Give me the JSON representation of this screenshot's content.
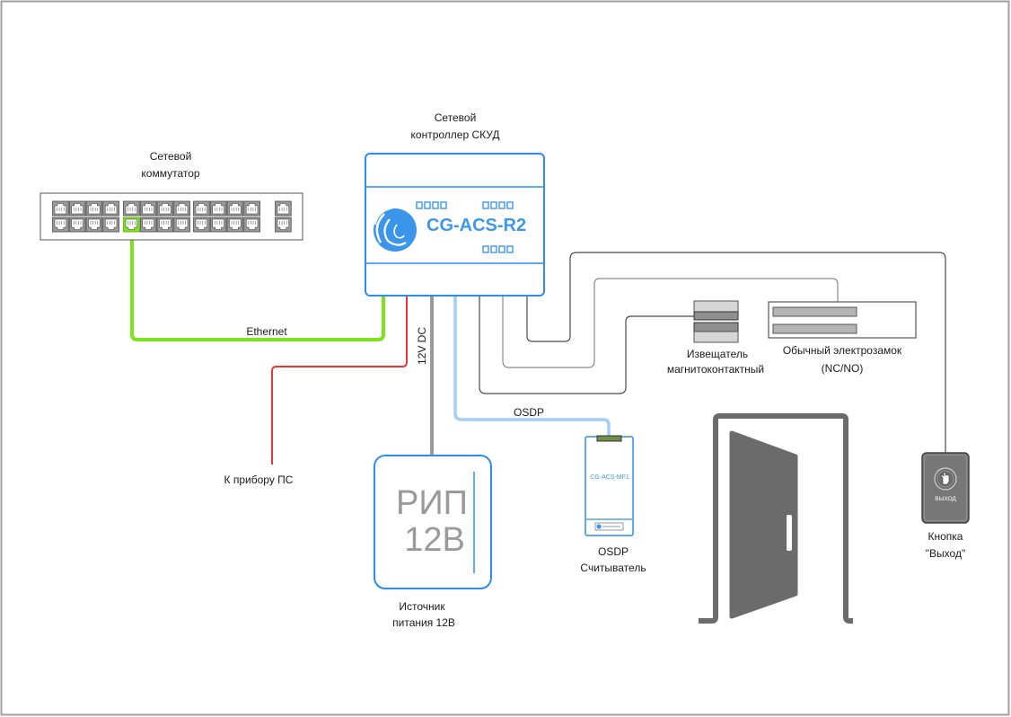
{
  "diagram": {
    "switch": {
      "label_line1": "Сетевой",
      "label_line2": "коммутатор",
      "port_groups": [
        4,
        4,
        4,
        1
      ],
      "active_port": {
        "group": 2,
        "index": 1,
        "row": "bottom"
      }
    },
    "controller": {
      "label_line1": "Сетевой",
      "label_line2": "контроллер СКУД",
      "model": "CG-ACS-R2"
    },
    "power_supply": {
      "face_line1": "РИП",
      "face_line2": "12В",
      "label_line1": "Источник",
      "label_line2": "питания 12В"
    },
    "reader": {
      "model": "CG-ACS-MF1",
      "label_line1": "OSDP",
      "label_line2": "Считыватель"
    },
    "detector": {
      "label_line1": "Извещатель",
      "label_line2": "магнитоконтактный"
    },
    "lock": {
      "label_line1": "Обычный электрозамок",
      "label_line2": "(NC/NO)"
    },
    "exit_button": {
      "face_text": "ВЫХОД",
      "label_line1": "Кнопка",
      "label_line2": "\"Выход\""
    },
    "wires": {
      "ethernet": "Ethernet",
      "fire_alarm": "К прибору ПС",
      "power": "12V DC",
      "osdp": "OSDP"
    },
    "colors": {
      "device_blue": "#2b8ef0",
      "ethernet": "#7ee21c",
      "fire_alarm": "#ee3535",
      "power": "#9a9a9a",
      "osdp": "#a3cdf6",
      "signal_dark": "#4a4a4a",
      "signal_gray": "#8a8a8a",
      "door": "#6b6b6b"
    }
  }
}
